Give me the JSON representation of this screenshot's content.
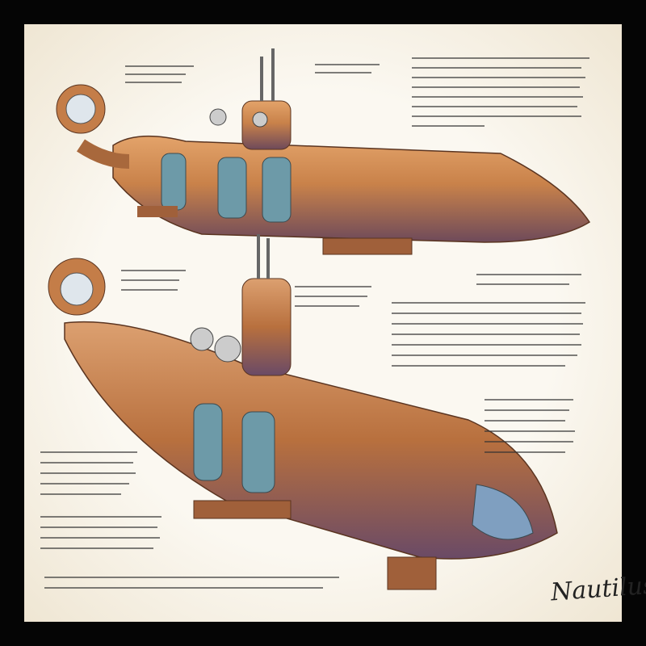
{
  "signature": "Nautilus",
  "colors": {
    "frame": "#050505",
    "paper": "#fbf8f1",
    "copper": "#c9824a",
    "copper_dark": "#7a4424",
    "porthole": "#8fa6b8",
    "ink": "#222222"
  },
  "illustration": {
    "subject": "submarine-blueprint",
    "views": 2
  }
}
